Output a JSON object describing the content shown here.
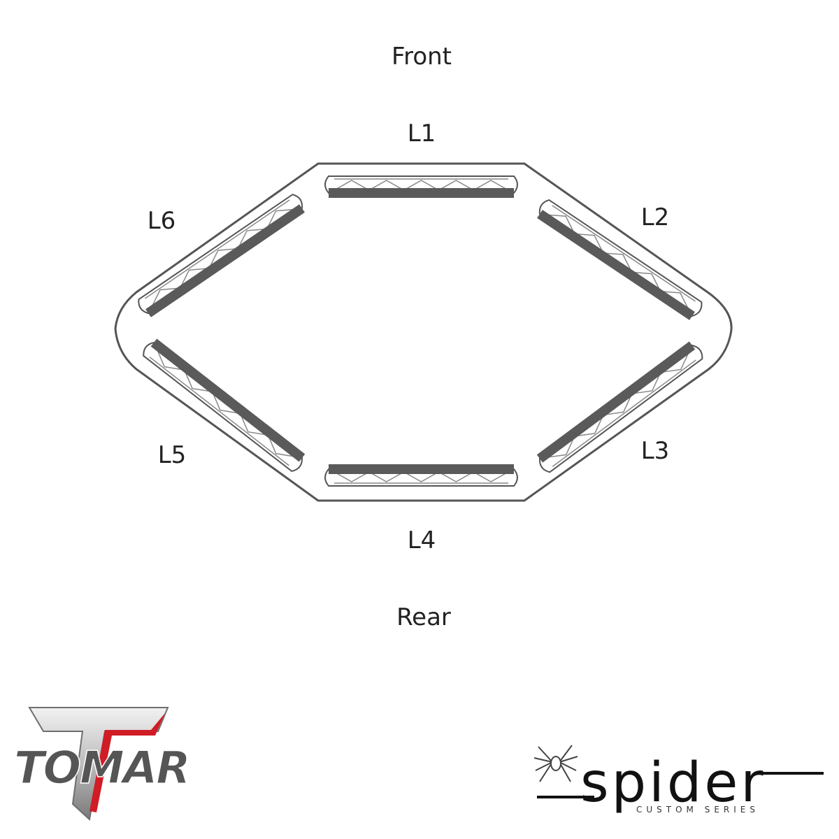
{
  "orientation": {
    "front": "Front",
    "rear": "Rear"
  },
  "modules": [
    {
      "id": "L1",
      "label": "L1"
    },
    {
      "id": "L2",
      "label": "L2"
    },
    {
      "id": "L3",
      "label": "L3"
    },
    {
      "id": "L4",
      "label": "L4"
    },
    {
      "id": "L5",
      "label": "L5"
    },
    {
      "id": "L6",
      "label": "L6"
    }
  ],
  "logos": {
    "tomar": {
      "text": "TOMAR",
      "accent_color": "#d01c25",
      "metal_color": "#8a8a8a"
    },
    "spider": {
      "text": "spider",
      "subtitle": "CUSTOM SERIES",
      "color": "#111111"
    }
  },
  "colors": {
    "outline": "#555555",
    "light_bar": "#5a5a5a",
    "lens_pattern": "#888888",
    "text": "#222222"
  }
}
